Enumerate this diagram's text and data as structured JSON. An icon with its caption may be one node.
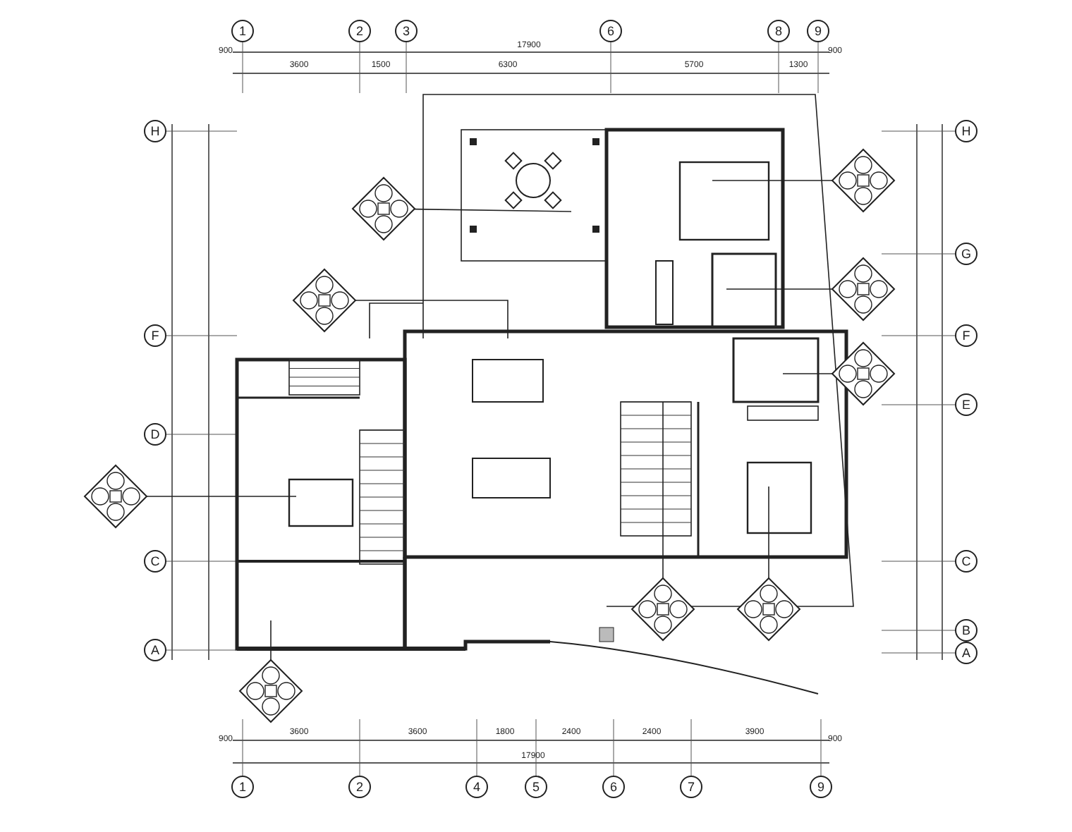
{
  "diagram": {
    "nodes": [
      {
        "text": [],
        "shape": "diamond"
      },
      {
        "text": [],
        "shape": "diamond"
      },
      {
        "text": [],
        "shape": "diamond"
      },
      {
        "text": [],
        "shape": "diamond"
      },
      {
        "text": [],
        "shape": "diamond"
      },
      {
        "text": [],
        "shape": "diamond"
      },
      {
        "text": [],
        "shape": "diamond"
      },
      {
        "text": [],
        "shape": "diamond"
      },
      {
        "text": [],
        "shape": "diamond"
      }
    ],
    "edges": [
      {
        "from": 0,
        "to": null,
        "arrow": "none"
      },
      {
        "from": 1,
        "to": null,
        "arrow": "none"
      },
      {
        "from": 2,
        "to": null,
        "arrow": "none"
      },
      {
        "from": 3,
        "to": null,
        "arrow": "none"
      },
      {
        "from": 4,
        "to": null,
        "arrow": "none"
      },
      {
        "from": 5,
        "to": null,
        "arrow": "none"
      },
      {
        "from": 6,
        "to": null,
        "arrow": "none"
      },
      {
        "from": 7,
        "to": null,
        "arrow": "none"
      },
      {
        "from": 8,
        "to": null,
        "arrow": "none"
      }
    ],
    "labels": [
      "1",
      "2",
      "3",
      "6",
      "8",
      "9",
      "900",
      "17900",
      "900",
      "3600",
      "1500",
      "6300",
      "5700",
      "1300",
      "H",
      "H",
      "G",
      "F",
      "F",
      "E",
      "D",
      "C",
      "C",
      "B",
      "A",
      "A",
      "3600",
      "3600",
      "1800",
      "2400",
      "2400",
      "3900",
      "900",
      "17900",
      "900",
      "1",
      "2",
      "4",
      "5",
      "6",
      "7",
      "9"
    ]
  }
}
